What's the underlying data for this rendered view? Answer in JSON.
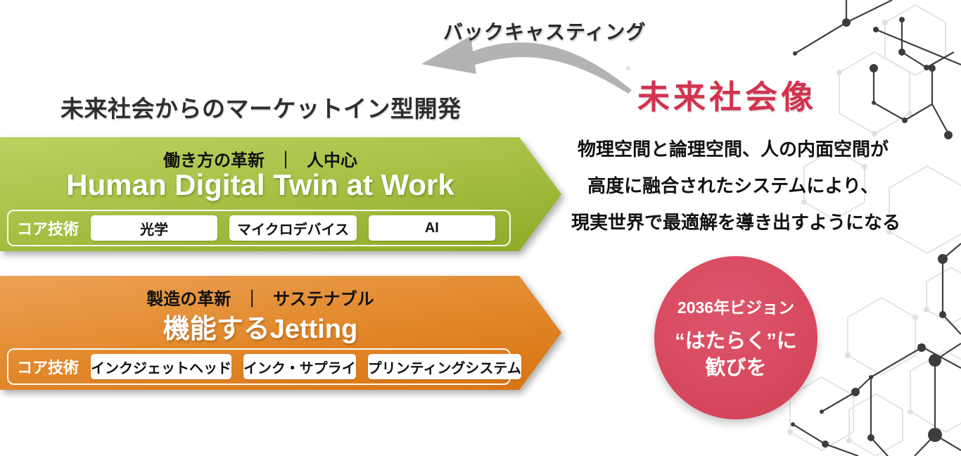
{
  "backcasting": {
    "label": "バックキャスティング"
  },
  "left": {
    "title": "未来社会からのマーケットイン型開発",
    "banners": [
      {
        "category": "働き方の革新",
        "separator": "｜",
        "keyword": "人中心",
        "title": "Human Digital Twin at Work",
        "core_label": "コア技術",
        "core_techs": [
          "光学",
          "マイクロデバイス",
          "AI"
        ],
        "color_top": "#bcd162",
        "color_bottom": "#8cab27"
      },
      {
        "category": "製造の革新",
        "separator": "｜",
        "keyword": "サステナブル",
        "title": "機能するJetting",
        "core_label": "コア技術",
        "core_techs": [
          "インクジェットヘッド",
          "インク・サプライ",
          "プリンティングシステム"
        ],
        "color_top": "#eda156",
        "color_bottom": "#d97310"
      }
    ]
  },
  "right": {
    "title": "未来社会像",
    "title_color": "#d2334e",
    "description_lines": [
      "物理空間と論理空間、人の内面空間が",
      "高度に融合されたシステムにより、",
      "現実世界で最適解を導き出すようになる"
    ],
    "vision_circle": {
      "label": "2036年ビジョン",
      "line1": "“はたらく”に",
      "line2": "歓びを",
      "color": "#d84a5f"
    }
  },
  "decor": {
    "arrow_color": "#b3b3b3",
    "hex_light_color": "#e4e4e4",
    "hex_dark_color": "#404040"
  }
}
